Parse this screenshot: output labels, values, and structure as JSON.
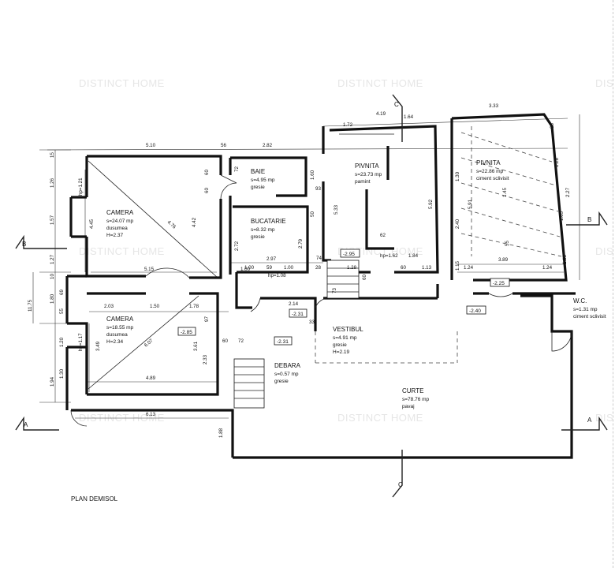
{
  "watermark": "DISTINCT HOME",
  "watermark_partial": "DIS",
  "plan_title": "PLAN DEMISOL",
  "sections": {
    "a": "A",
    "b": "B",
    "c": "C"
  },
  "rooms": [
    {
      "id": "camera1",
      "name": "CAMERA",
      "lines": [
        "s=24.07 mp",
        "dusumea",
        "H=2.37"
      ]
    },
    {
      "id": "camera2",
      "name": "CAMERA",
      "lines": [
        "s=18.55 mp",
        "dusumea",
        "H=2.34"
      ]
    },
    {
      "id": "baie",
      "name": "BAIE",
      "lines": [
        "s=4.95 mp",
        "gresie"
      ]
    },
    {
      "id": "bucatarie",
      "name": "BUCATARIE",
      "lines": [
        "s=8.32 mp",
        "gresie"
      ]
    },
    {
      "id": "pivnita1",
      "name": "PIVNITA",
      "lines": [
        "s=23.73 mp",
        "pamint"
      ]
    },
    {
      "id": "pivnita2",
      "name": "PIVNITA",
      "lines": [
        "s=22.86 mp",
        "ciment sclivisit"
      ]
    },
    {
      "id": "vestibul",
      "name": "VESTIBUL",
      "lines": [
        "s=4.91 mp",
        "gresie",
        "H=2.19"
      ]
    },
    {
      "id": "debara",
      "name": "DEBARA",
      "lines": [
        "s=0.57 mp",
        "gresie"
      ]
    },
    {
      "id": "curte",
      "name": "CURTE",
      "lines": [
        "s=78.76 mp",
        "pavaj"
      ]
    },
    {
      "id": "wc",
      "name": "W.C.",
      "lines": [
        "s=1.31 mp",
        "ciment sclivisit"
      ]
    }
  ],
  "levels": [
    "-2.85",
    "-2.31",
    "-2.31",
    "-2.95",
    "-2.25",
    "-2.40"
  ],
  "heights": [
    "hp=1.21",
    "hp=1.17",
    "hp=1.08",
    "hp=1.62"
  ],
  "dimensions": {
    "top": [
      "5.10",
      "56",
      "2.82",
      "1.72",
      "4.19",
      "1.64",
      "3.33"
    ],
    "left": [
      "15",
      "1.26",
      "1.57",
      "1.27",
      "10",
      "11.75",
      "1.80",
      "69",
      "55",
      "1.20",
      "1.94"
    ],
    "camera1": [
      "4.45",
      "4.76",
      "4.42",
      "5.15",
      "60",
      "1.00",
      "60"
    ],
    "camera2": [
      "2.03",
      "1.50",
      "1.78",
      "3.49",
      "6.07",
      "3.61",
      "2.33",
      "4.89",
      "97",
      "1.30",
      "6.13",
      "1.88"
    ],
    "middle": [
      "72",
      "1.60",
      "93",
      "50",
      "2.72",
      "2.79",
      "2.97",
      "74",
      "1.00",
      "59",
      "1.00",
      "28",
      "2.14",
      "33",
      "60",
      "72",
      "60"
    ],
    "pivnita1": [
      "5.33",
      "5.92",
      "62",
      "1.28",
      "1.84",
      "60",
      "1.13",
      "73"
    ],
    "pivnita2": [
      "86",
      "1.28",
      "1.30",
      "1.45",
      "2.40",
      "5.91",
      "2.27",
      "1.65",
      "55",
      "1.13",
      "1.15",
      "3.89",
      "1.24",
      "1.24"
    ]
  }
}
